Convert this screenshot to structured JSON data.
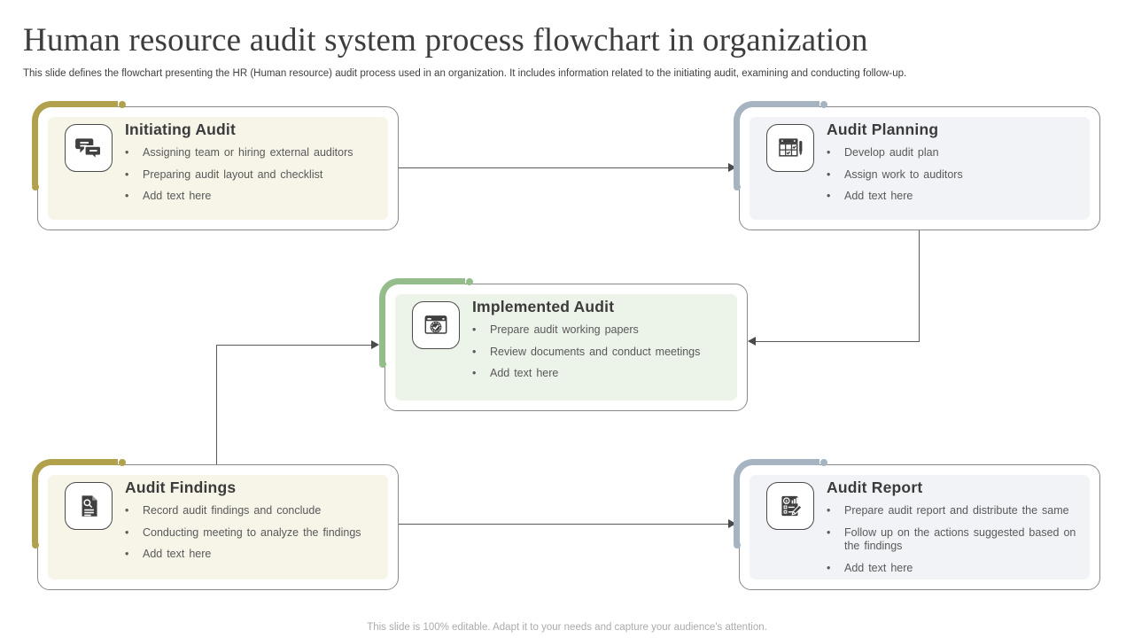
{
  "slide": {
    "title": "Human resource audit system process flowchart in organization",
    "subtitle": "This slide defines the flowchart presenting the HR (Human resource) audit process used in an organization. It includes information related to the initiating audit, examining and conducting follow-up.",
    "footer": "This slide is 100% editable. Adapt it to your needs and capture your audience's attention."
  },
  "colors": {
    "olive": "#b1a14d",
    "bluegray": "#a6b3c0",
    "green": "#95bd8b",
    "cream_fill": "#f7f4e8",
    "bluegray_fill": "#f1f3f7",
    "green_fill": "#ecf3e9",
    "connector": "#5a5a5a",
    "icon_dark": "#3f3f3f"
  },
  "nodes": [
    {
      "id": "initiating-audit",
      "title": "Initiating Audit",
      "icon": "chat-bubbles-icon",
      "accent": "olive",
      "bullets": [
        "Assigning team or hiring external auditors",
        "Preparing audit layout and checklist",
        "Add text here"
      ]
    },
    {
      "id": "audit-planning",
      "title": "Audit Planning",
      "icon": "schedule-table-pen-icon",
      "accent": "bluegray",
      "bullets": [
        "Develop audit plan",
        "Assign work to auditors",
        "Add text here"
      ]
    },
    {
      "id": "implemented-audit",
      "title": "Implemented Audit",
      "icon": "window-checkmark-icon",
      "accent": "green",
      "bullets": [
        "Prepare audit working papers",
        "Review documents and conduct meetings",
        "Add text here"
      ]
    },
    {
      "id": "audit-findings",
      "title": "Audit Findings",
      "icon": "document-search-icon",
      "accent": "olive",
      "bullets": [
        "Record audit findings and conclude",
        "Conducting meeting to analyze the findings",
        "Add text here"
      ]
    },
    {
      "id": "audit-report",
      "title": "Audit Report",
      "icon": "report-pencil-icon",
      "accent": "bluegray",
      "bullets": [
        "Prepare audit report and distribute the same",
        "Follow up on the actions suggested based on the findings",
        "Add text here"
      ]
    }
  ],
  "connectors": [
    {
      "from": "initiating-audit",
      "to": "audit-planning"
    },
    {
      "from": "audit-planning",
      "to": "implemented-audit"
    },
    {
      "from": "audit-findings",
      "to": "implemented-audit"
    },
    {
      "from": "audit-findings",
      "to": "audit-report"
    }
  ]
}
